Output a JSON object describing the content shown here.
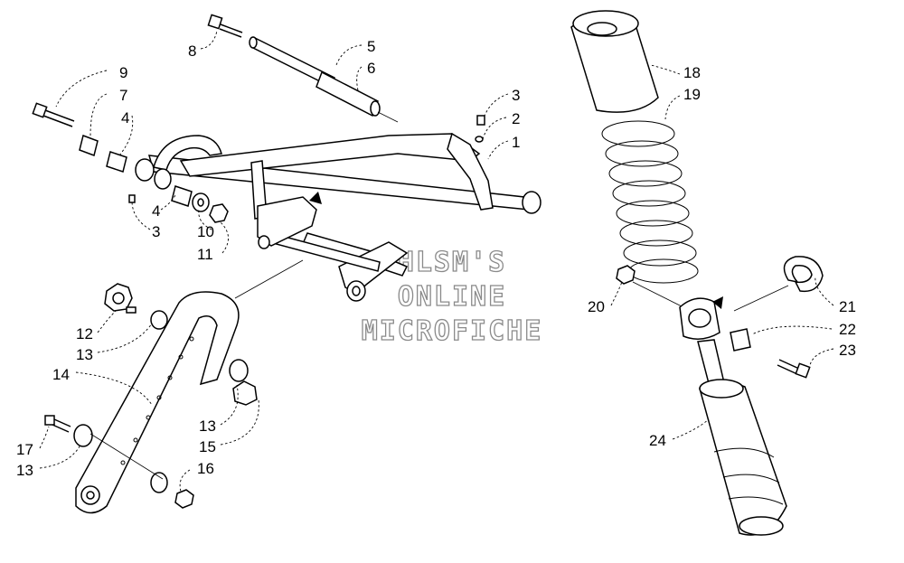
{
  "watermark": [
    "HLSM'S",
    "ONLINE",
    "MICROFICHE"
  ],
  "callouts": [
    {
      "id": "c1",
      "text": "1"
    },
    {
      "id": "c2",
      "text": "2"
    },
    {
      "id": "c3a",
      "text": "3"
    },
    {
      "id": "c3b",
      "text": "3"
    },
    {
      "id": "c4a",
      "text": "4"
    },
    {
      "id": "c4b",
      "text": "4"
    },
    {
      "id": "c5",
      "text": "5"
    },
    {
      "id": "c6",
      "text": "6"
    },
    {
      "id": "c7",
      "text": "7"
    },
    {
      "id": "c8",
      "text": "8"
    },
    {
      "id": "c9",
      "text": "9"
    },
    {
      "id": "c10",
      "text": "10"
    },
    {
      "id": "c11",
      "text": "11"
    },
    {
      "id": "c12",
      "text": "12"
    },
    {
      "id": "c13a",
      "text": "13"
    },
    {
      "id": "c13b",
      "text": "13"
    },
    {
      "id": "c13c",
      "text": "13"
    },
    {
      "id": "c14",
      "text": "14"
    },
    {
      "id": "c15",
      "text": "15"
    },
    {
      "id": "c16",
      "text": "16"
    },
    {
      "id": "c17",
      "text": "17"
    },
    {
      "id": "c18",
      "text": "18"
    },
    {
      "id": "c19",
      "text": "19"
    },
    {
      "id": "c20",
      "text": "20"
    },
    {
      "id": "c21",
      "text": "21"
    },
    {
      "id": "c22",
      "text": "22"
    },
    {
      "id": "c23",
      "text": "23"
    },
    {
      "id": "c24",
      "text": "24"
    }
  ]
}
